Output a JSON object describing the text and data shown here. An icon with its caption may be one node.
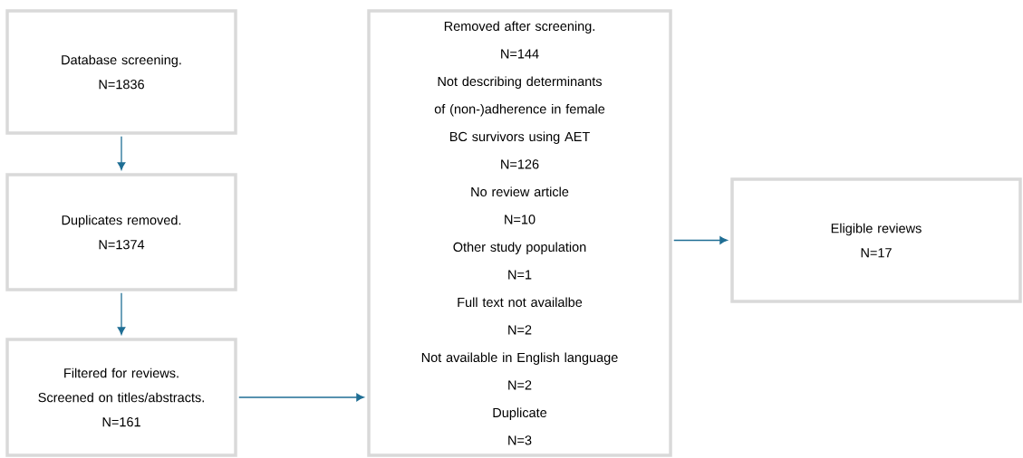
{
  "diagram": {
    "nodes": [
      {
        "text": [
          "Database screening.",
          "N=1836"
        ]
      },
      {
        "text": [
          "Duplicates removed.",
          "N=1374"
        ]
      },
      {
        "text": [
          "Filtered for reviews. Screened on titles/abstracts.",
          "N=161"
        ]
      },
      {
        "text": [
          "Removed after screening.",
          "N=144",
          "Not describing determinants of (non-)adherence in female BC survivors using AET",
          "N=126",
          "No review article",
          "N=10",
          "Other study population",
          "N=1",
          "Full text not availalbe",
          "N=2",
          "Not available in English language",
          "N=2",
          "Duplicate",
          "N=3"
        ]
      },
      {
        "text": [
          "Eligible reviews",
          "N=17"
        ]
      }
    ],
    "edges": [
      {
        "from": 0,
        "to": 1,
        "arrow": "to"
      },
      {
        "from": 1,
        "to": 2,
        "arrow": "to"
      },
      {
        "from": 2,
        "to": 3,
        "arrow": "to"
      },
      {
        "from": 3,
        "to": 4,
        "arrow": "to"
      }
    ]
  }
}
